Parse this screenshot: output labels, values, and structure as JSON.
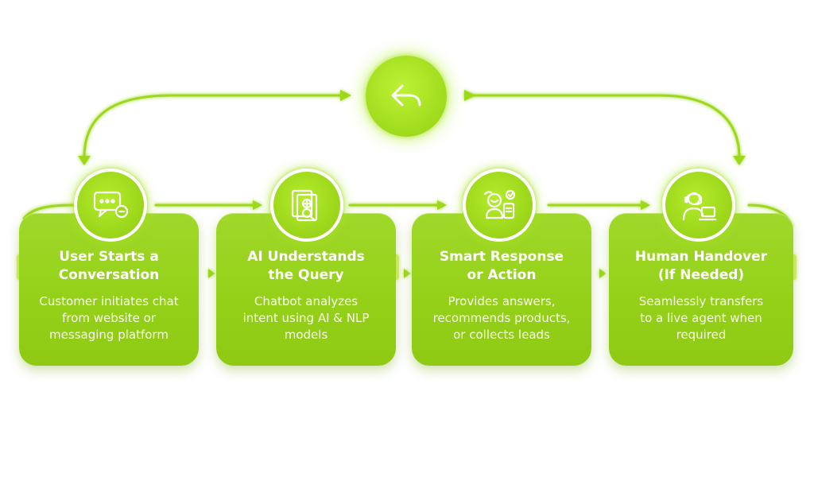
{
  "accent_color": "#96d118",
  "glow_color": "#b4ec2c",
  "return_icon": "reply-arrow-icon",
  "steps": [
    {
      "title": "User Starts a\nConversation",
      "description": "Customer initiates chat\nfrom website or\nmessaging platform",
      "icon": "chat-bubble-icon"
    },
    {
      "title": "AI Understands\nthe Query",
      "description": "Chatbot analyzes\nintent using AI & NLP\nmodels",
      "icon": "document-search-icon"
    },
    {
      "title": "Smart Response\nor Action",
      "description": "Provides answers,\nrecommends products,\nor collects leads",
      "icon": "bot-response-icon"
    },
    {
      "title": "Human Handover\n(If Needed)",
      "description": "Seamlessly transfers\nto a live agent when\nrequired",
      "icon": "support-agent-icon"
    }
  ]
}
